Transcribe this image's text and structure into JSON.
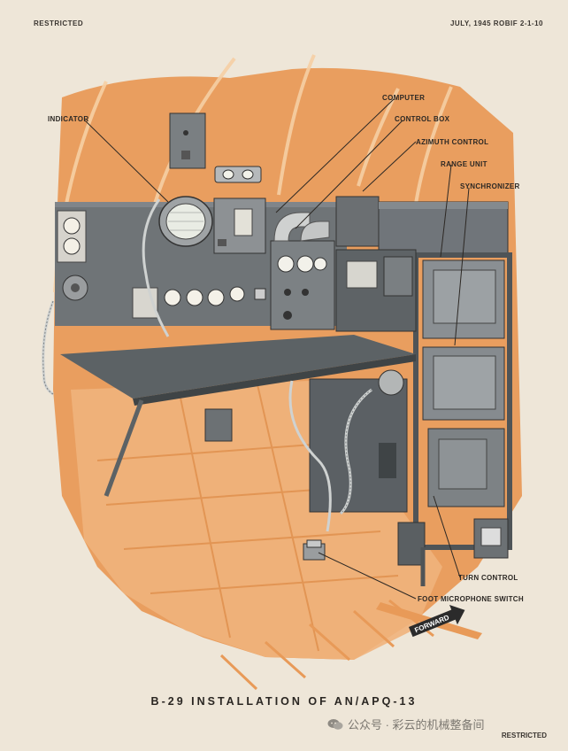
{
  "header": {
    "restricted_top": "RESTRICTED",
    "date_ref": "JULY, 1945  ROBIF 2-1-10"
  },
  "callouts": {
    "indicator": "INDICATOR",
    "computer": "COMPUTER",
    "control_box": "CONTROL BOX",
    "azimuth_control": "AZIMUTH CONTROL",
    "range_unit": "RANGE UNIT",
    "synchronizer": "SYNCHRONIZER",
    "turn_control": "TURN CONTROL",
    "foot_mic_switch": "FOOT MICROPHONE SWITCH"
  },
  "floor_arrow": "FORWARD",
  "caption": "B-29 INSTALLATION OF AN/APQ-13",
  "footer": {
    "restricted_bottom": "RESTRICTED"
  },
  "watermark": {
    "text": "公众号 · 彩云的机械整备间"
  },
  "colors": {
    "paper": "#eee6d8",
    "orange": "#e8914a",
    "light_orange": "#f0b27c",
    "equipment_gray": "#6f7477",
    "dark_gray": "#4b5053"
  }
}
